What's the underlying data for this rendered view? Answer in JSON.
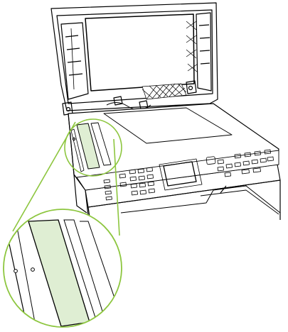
{
  "figure": {
    "kind": "line-art illustration",
    "subject": "printer-scanner",
    "callout": "magnified-scanner-glass-strip"
  },
  "colors": {
    "outline": "#000000",
    "callout": "#8dc63f",
    "highlight": "#dfeed3",
    "background": "#ffffff"
  }
}
